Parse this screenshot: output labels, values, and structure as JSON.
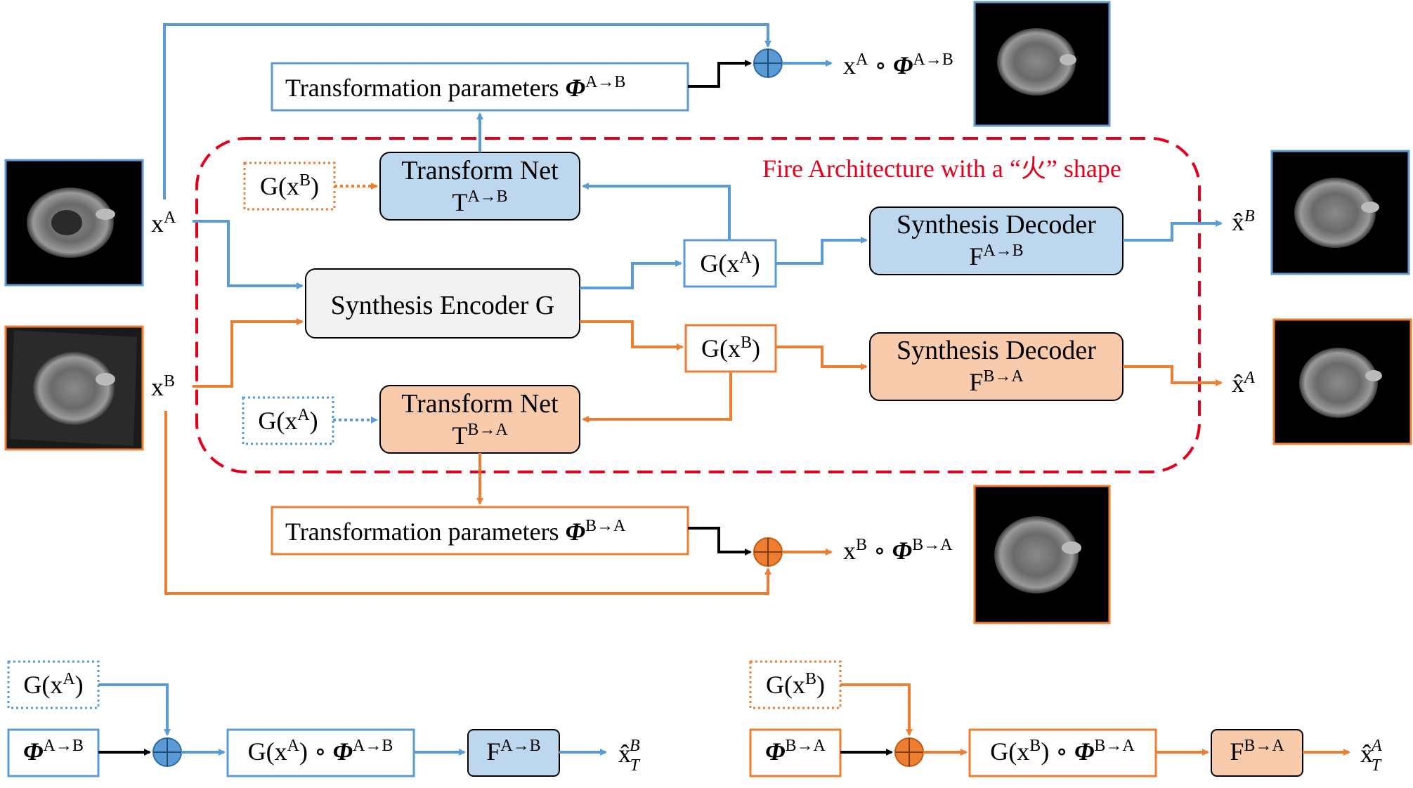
{
  "colors": {
    "blue": "#5b9bd5",
    "orange": "#ed7d31",
    "red": "#e3001b",
    "black": "#000000",
    "box_blue_fill": "#bdd7ee",
    "box_orange_fill": "#f8cbad",
    "box_gray_fill": "#f2f2f2"
  },
  "images": {
    "xA": "brain-mri-axial-source-A",
    "xB": "brain-mri-axial-source-B",
    "warpedA": "brain-mri-axial-warped-A",
    "warpedB": "brain-mri-axial-warped-B",
    "synthB": "brain-mri-axial-synthesized-B",
    "synthA": "brain-mri-axial-synthesized-A"
  },
  "top": {
    "input_a": {
      "base": "x",
      "sup": "A"
    },
    "input_b": {
      "base": "x",
      "sup": "B"
    },
    "params_ab": {
      "text": "Transformation parameters ",
      "phi": "Φ",
      "sup": "A→B"
    },
    "params_ba": {
      "text": "Transformation parameters ",
      "phi": "Φ",
      "sup": "B→A"
    },
    "warped_a_label": {
      "base": "x",
      "sup": "A",
      "op": " ∘ ",
      "phi": "Φ",
      "sup2": "A→B"
    },
    "warped_b_label": {
      "base": "x",
      "sup": "B",
      "op": " ∘ ",
      "phi": "Φ",
      "sup2": "B→A"
    },
    "fire_label": "Fire Architecture with a “火” shape",
    "transform_ab": {
      "title": "Transform Net",
      "base": "T",
      "sup": "A→B"
    },
    "transform_ba": {
      "title": "Transform Net",
      "base": "T",
      "sup": "B→A"
    },
    "encoder": "Synthesis Encoder G",
    "decoder_ab": {
      "title": "Synthesis Decoder",
      "base": "F",
      "sup": "A→B"
    },
    "decoder_ba": {
      "title": "Synthesis Decoder",
      "base": "F",
      "sup": "B→A"
    },
    "feat_a": {
      "pre": "G(x",
      "sup": "A",
      "post": ")"
    },
    "feat_b": {
      "pre": "G(x",
      "sup": "B",
      "post": ")"
    },
    "out_b": {
      "base": "x̂",
      "sup": "B"
    },
    "out_a": {
      "base": "x̂",
      "sup": "A"
    }
  },
  "bottom_left": {
    "feat": {
      "pre": "G(x",
      "sup": "A",
      "post": ")"
    },
    "phi": {
      "phi": "Φ",
      "sup": "A→B"
    },
    "composed": {
      "pre": "G(x",
      "sup": "A",
      "mid": ") ∘ ",
      "phi": "Φ",
      "sup2": "A→B"
    },
    "decoder": {
      "base": "F",
      "sup": "A→B"
    },
    "out": {
      "base": "x̂",
      "sup": "B",
      "sub": "T"
    }
  },
  "bottom_right": {
    "feat": {
      "pre": "G(x",
      "sup": "B",
      "post": ")"
    },
    "phi": {
      "phi": "Φ",
      "sup": "B→A"
    },
    "composed": {
      "pre": "G(x",
      "sup": "B",
      "mid": ") ∘ ",
      "phi": "Φ",
      "sup2": "B→A"
    },
    "decoder": {
      "base": "F",
      "sup": "B→A"
    },
    "out": {
      "base": "x̂",
      "sup": "A",
      "sub": "T"
    }
  }
}
